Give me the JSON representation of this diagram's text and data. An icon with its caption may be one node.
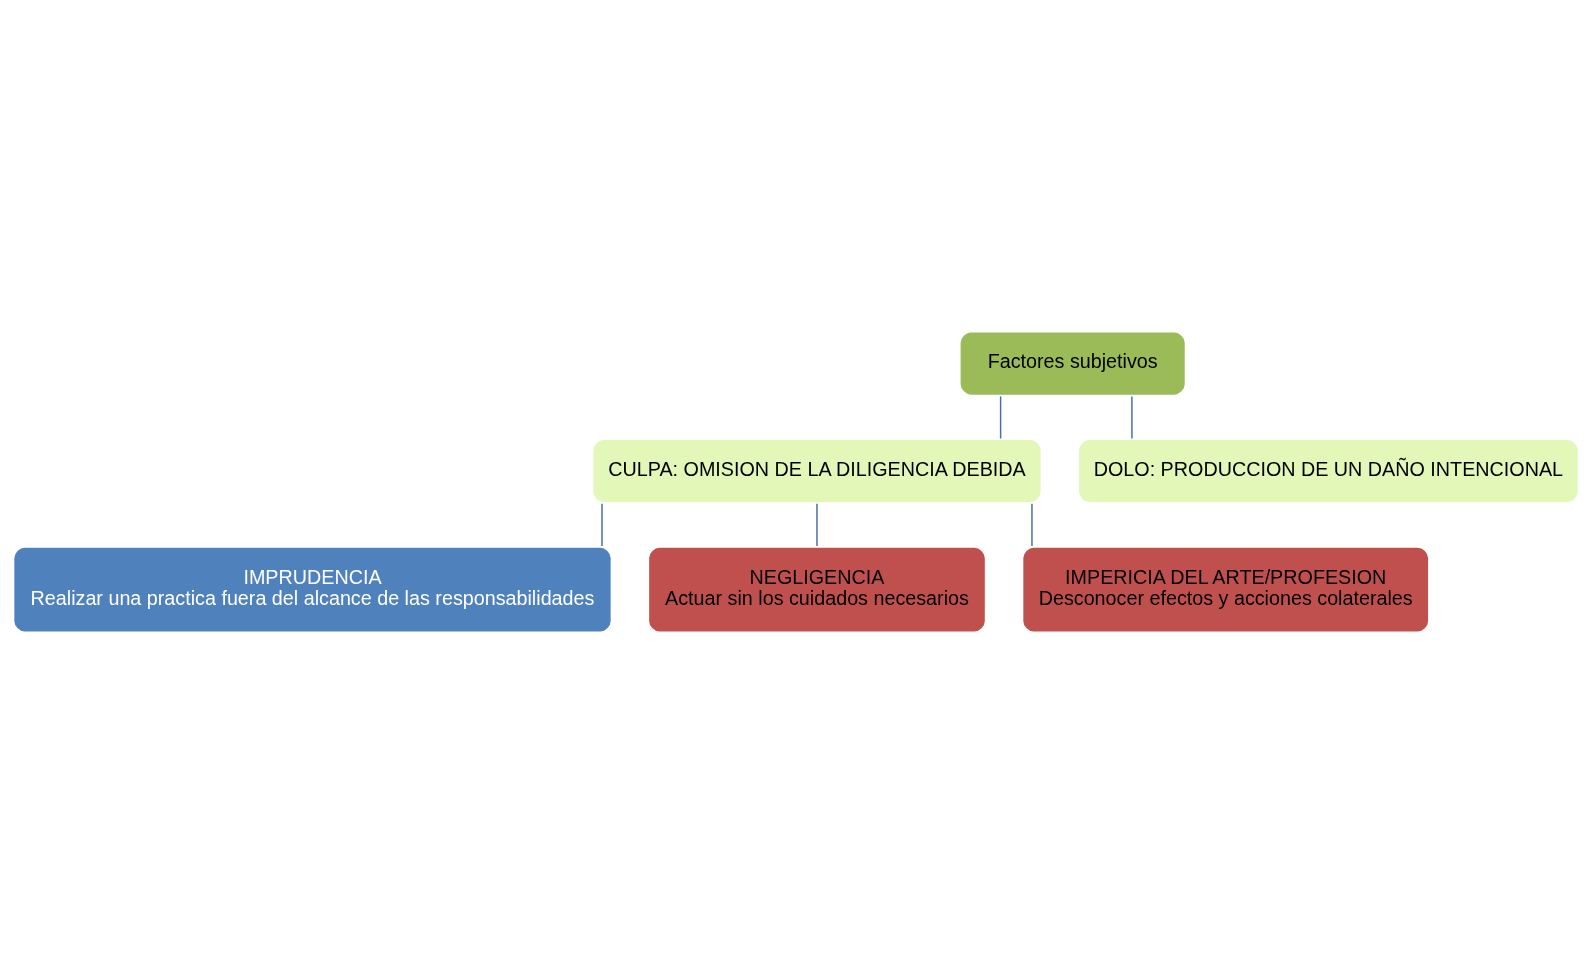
{
  "diagram": {
    "nodes": [
      {
        "text": [
          "Factores subjetivos"
        ]
      },
      {
        "text": [
          "CULPA: OMISION DE LA DILIGENCIA DEBIDA"
        ]
      },
      {
        "text": [
          "DOLO: PRODUCCION DE UN DAÑO INTENCIONAL"
        ]
      },
      {
        "text": [
          "IMPRUDENCIA",
          "Realizar una practica fuera del alcance de las responsabilidades"
        ]
      },
      {
        "text": [
          "NEGLIGENCIA",
          "Actuar sin los cuidados necesarios"
        ]
      },
      {
        "text": [
          "IMPERICIA DEL ARTE/PROFESION",
          "Desconocer efectos y acciones colaterales"
        ]
      }
    ],
    "edges": [
      {
        "from": 0,
        "to": 1,
        "arrow": "none"
      },
      {
        "from": 0,
        "to": 2,
        "arrow": "none"
      },
      {
        "from": 1,
        "to": 3,
        "arrow": "none"
      },
      {
        "from": 1,
        "to": 4,
        "arrow": "none"
      },
      {
        "from": 1,
        "to": 5,
        "arrow": "none"
      }
    ]
  }
}
